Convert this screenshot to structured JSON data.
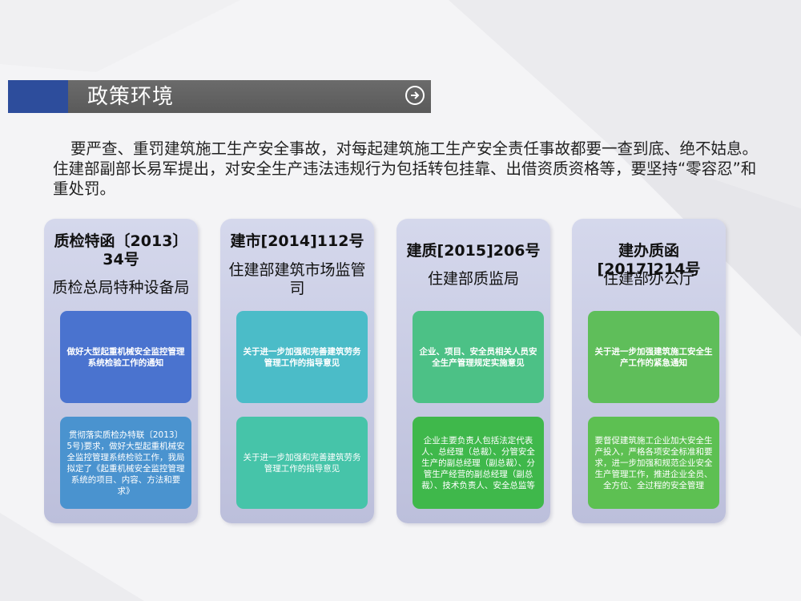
{
  "header": {
    "title": "政策环境",
    "accent_color": "#2d4d9c",
    "arrow_icon": "arrow-right-circle-icon"
  },
  "intro": {
    "text": "要严查、重罚建筑施工生产安全事故，对每起建筑施工生产安全责任事故都要一查到底、绝不姑息。住建部副部长易军提出，对安全生产违法违规行为包括转包挂靠、出借资质资格等，要坚持“零容忍”和重处罚。"
  },
  "cards": [
    {
      "code": "质检特函〔2013〕34号",
      "dept": "质检总局特种设备局",
      "top_text": "做好大型起重机械安全监控管理系统检验工作的通知",
      "bottom_text": "贯彻落实质检办特联〔2013〕5号)要求，做好大型起重机械安全监控管理系统检验工作，我局拟定了《起重机械安全监控管理系统的项目、内容、方法和要求》",
      "top_color": "#4a73cf",
      "bottom_color": "#4a93cf"
    },
    {
      "code": "建市[2014]112号",
      "dept": "住建部建筑市场监管司",
      "top_text": "关于进一步加强和完善建筑劳务管理工作的指导意见",
      "bottom_text": "关于进一步加强和完善建筑劳务管理工作的指导意见",
      "top_color": "#4bbcc8",
      "bottom_color": "#46c4a9"
    },
    {
      "code": "建质[2015]206号",
      "dept": "住建部质监局",
      "top_text": "企业、项目、安全员相关人员安全生产管理规定实施意见",
      "bottom_text": "企业主要负责人包括法定代表人、总经理（总裁）、分管安全生产的副总经理（副总裁）、分管生产经营的副总经理（副总裁）、技术负责人、安全总监等",
      "top_color": "#4cc186",
      "bottom_color": "#3fb84b"
    },
    {
      "code": "建办质函[2017]214号",
      "dept": "住建部办公厅",
      "top_text": "关于进一步加强建筑施工安全生产工作的紧急通知",
      "bottom_text": "要督促建筑施工企业加大安全生产投入，严格各项安全标准和要求，进一步加强和规范企业安全生产管理工作，推进企业全员、全方位、全过程的安全管理",
      "top_color": "#5fbe5a",
      "bottom_color": "#5dc052"
    }
  ]
}
